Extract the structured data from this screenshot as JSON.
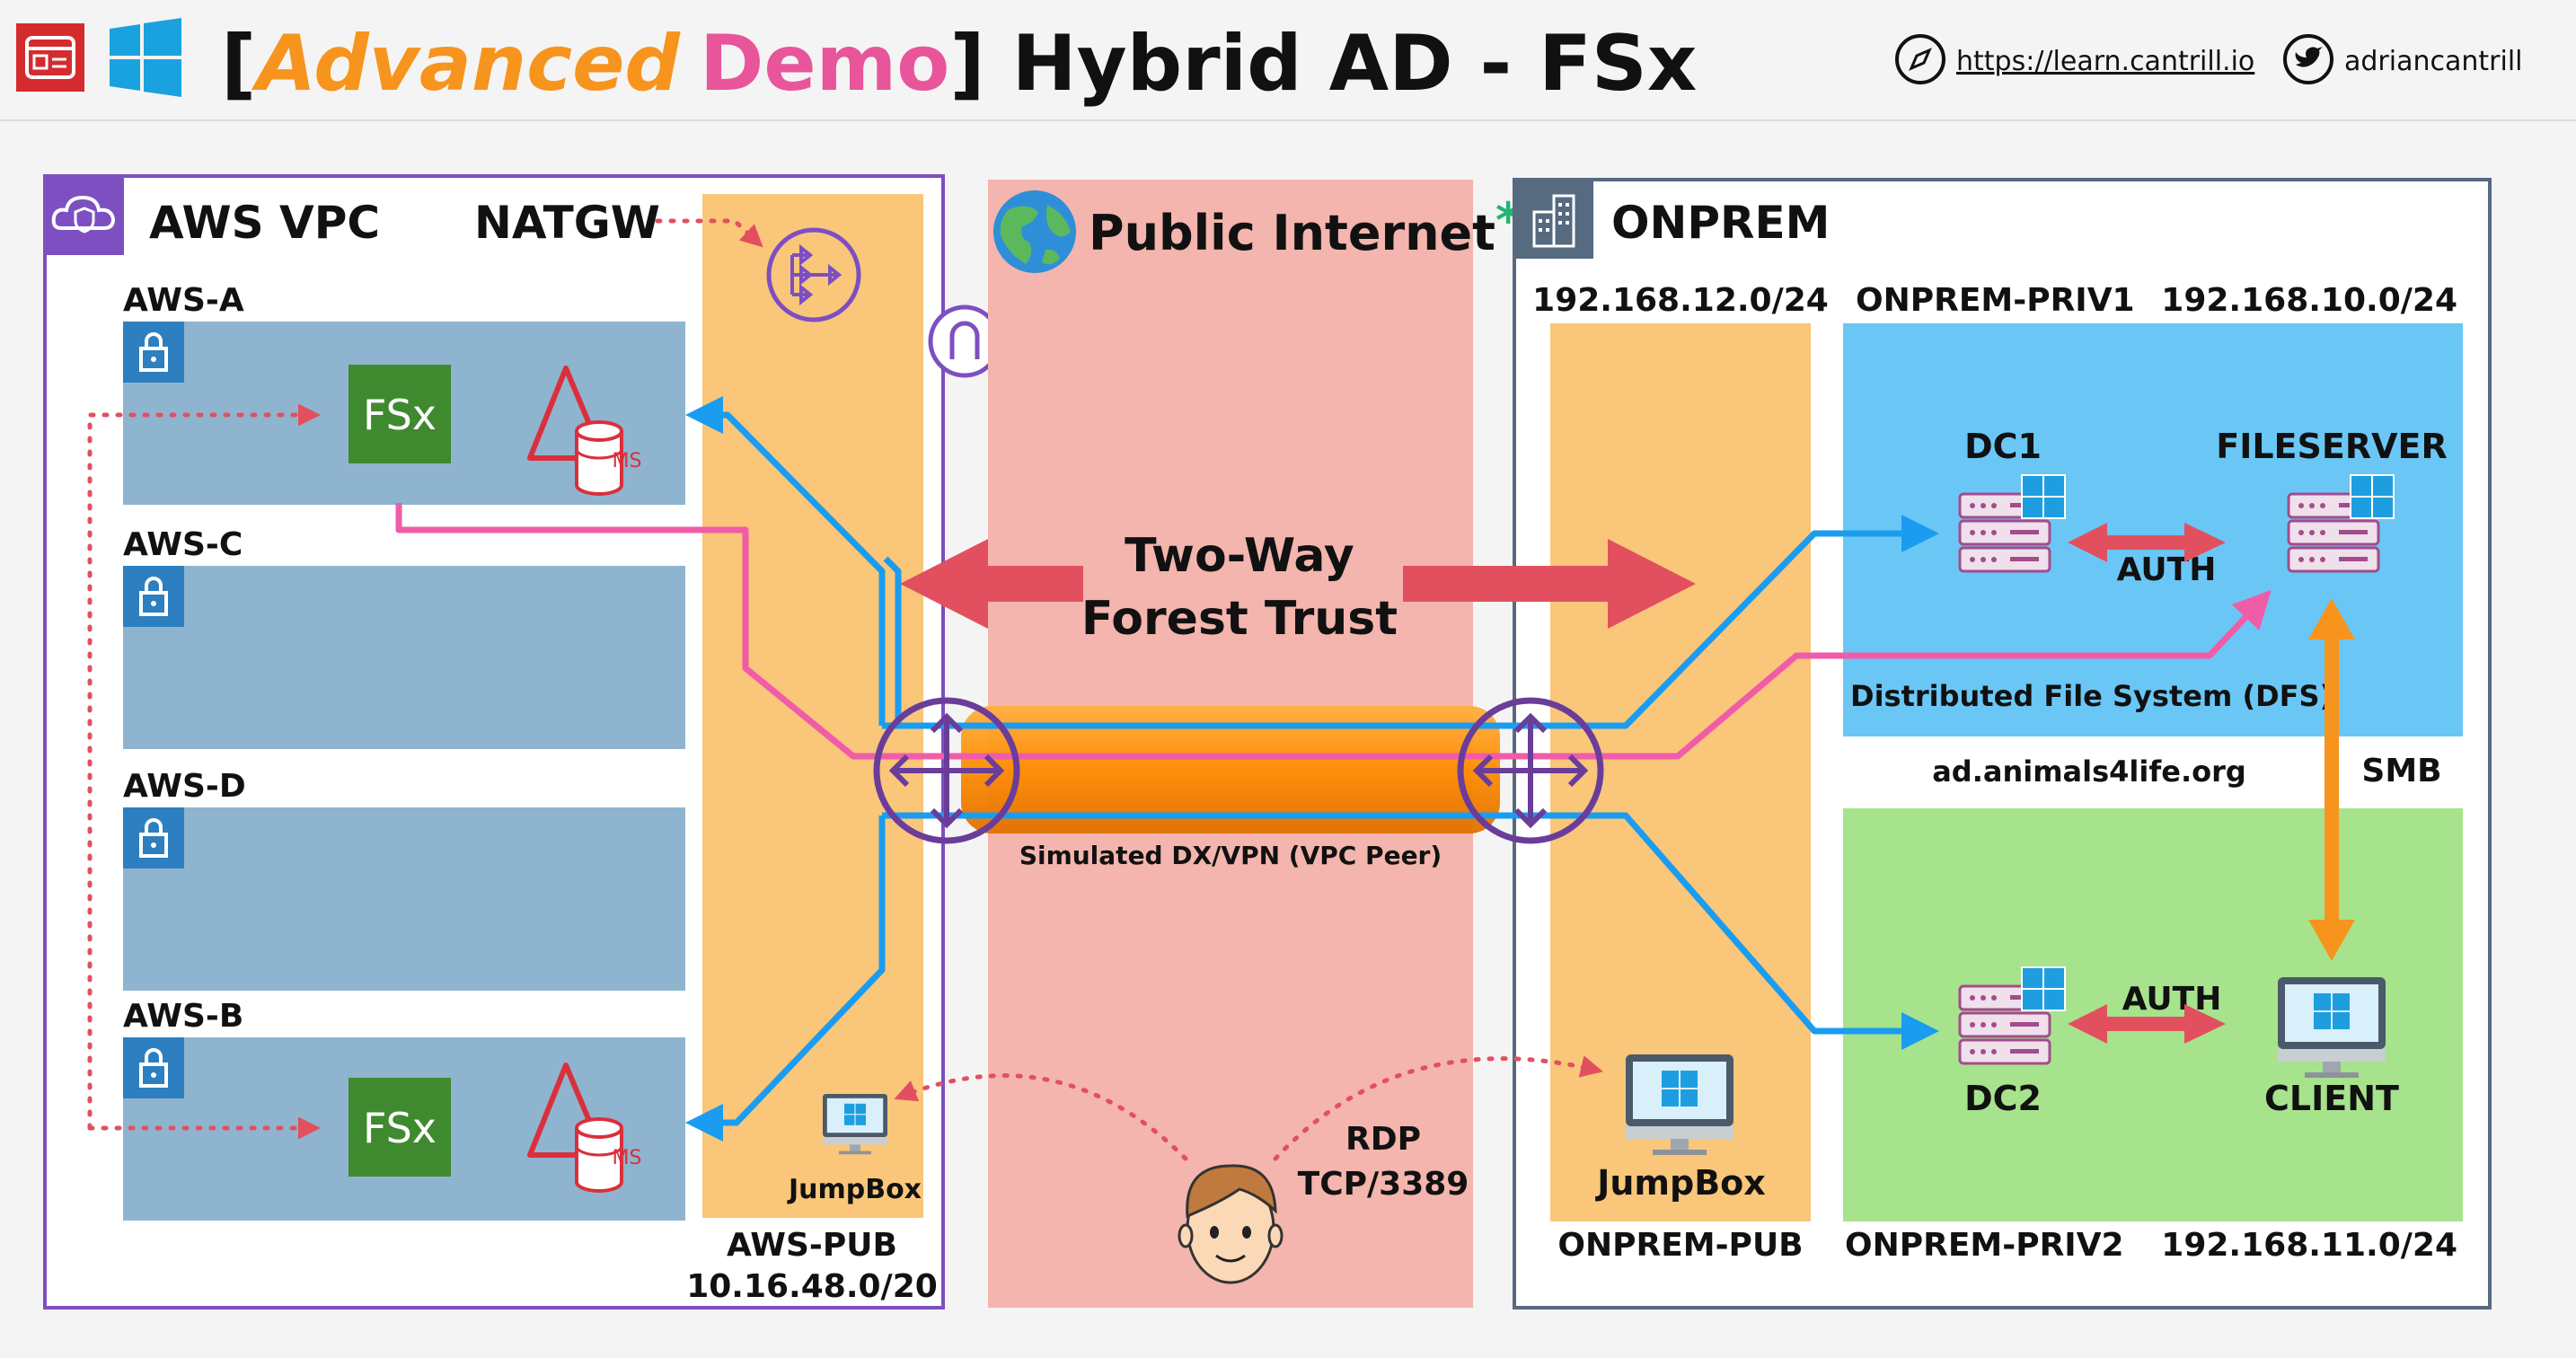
{
  "header": {
    "title_bracket_open": "[",
    "title_advanced": "Advanced",
    "title_demo": "Demo",
    "title_bracket_close": "]",
    "title_rest": " Hybrid AD - FSx",
    "link_url": "https://learn.cantrill.io",
    "twitter": "adriancantrill"
  },
  "aws": {
    "vpc_label": "AWS VPC",
    "natgw_label": "NATGW",
    "subnets": [
      "AWS-A",
      "AWS-C",
      "AWS-D",
      "AWS-B"
    ],
    "fsx_label": "FSx",
    "ms_label": "MS",
    "jumpbox_label": "JumpBox",
    "pub_label": "AWS-PUB",
    "pub_cidr": "10.16.48.0/20"
  },
  "internet": {
    "label": "Public Internet",
    "asterisk": "*",
    "trust_line1": "Two-Way",
    "trust_line2": "Forest Trust",
    "vpn_label": "Simulated DX/VPN (VPC Peer)",
    "rdp_line1": "RDP",
    "rdp_line2": "TCP/3389"
  },
  "onprem": {
    "label": "ONPREM",
    "pub_cidr": "192.168.12.0/24",
    "priv1_label": "ONPREM-PRIV1",
    "priv1_cidr": "192.168.10.0/24",
    "dc1": "DC1",
    "fileserver": "FILESERVER",
    "auth": "AUTH",
    "dfs": "Distributed File System (DFS)",
    "domain": "ad.animals4life.org",
    "smb": "SMB",
    "dc2": "DC2",
    "client": "CLIENT",
    "jumpbox_label": "JumpBox",
    "pub_label": "ONPREM-PUB",
    "priv2_label": "ONPREM-PRIV2",
    "priv2_cidr": "192.168.11.0/24"
  },
  "colors": {
    "aws_purple": "#7d4fc1",
    "subnet_blue": "#8fb4cf",
    "public_orange": "#f9c67a",
    "internet_pink": "#f3b5ad",
    "onprem_slate": "#566a80",
    "priv1_blue": "#6ac7f5",
    "priv2_green": "#a7e38c",
    "route_blue": "#1a9cf0",
    "route_pink": "#f05ca8",
    "trust_red": "#e2505f",
    "smb_orange": "#f7941d",
    "fsx_green": "#3f8a2f",
    "ms_red": "#d9303c",
    "title_orange": "#f7941d",
    "title_pink": "#e8559a"
  }
}
